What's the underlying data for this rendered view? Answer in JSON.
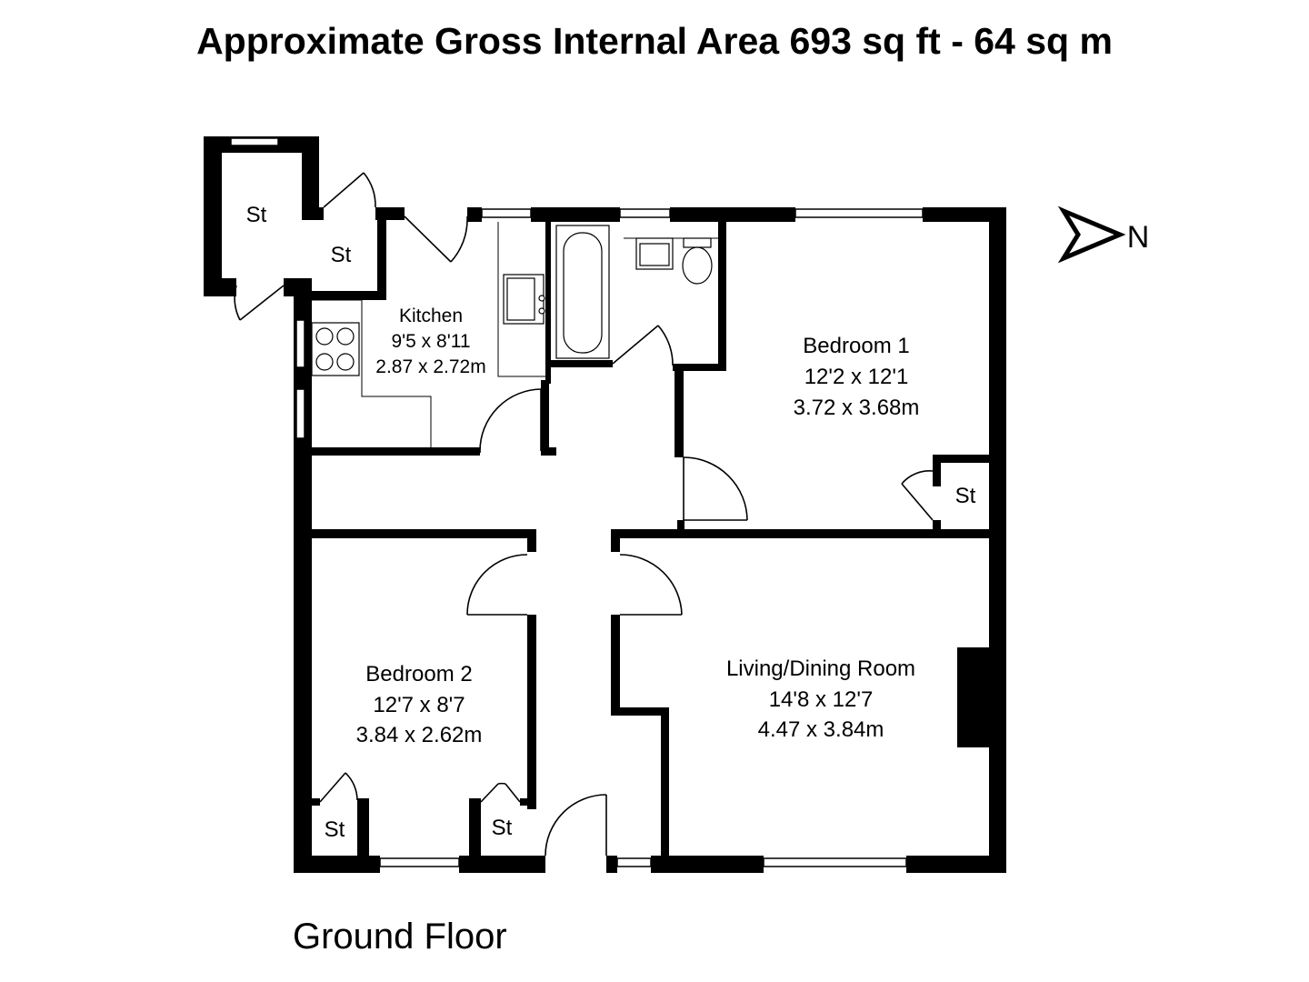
{
  "header": {
    "title": "Approximate Gross Internal Area 693 sq ft - 64 sq m"
  },
  "footer": {
    "floor_label": "Ground Floor"
  },
  "compass": {
    "label": "N"
  },
  "rooms": {
    "kitchen": {
      "name": "Kitchen",
      "imperial": "9'5 x 8'11",
      "metric": "2.87 x 2.72m"
    },
    "bedroom1": {
      "name": "Bedroom 1",
      "imperial": "12'2 x 12'1",
      "metric": "3.72 x 3.68m"
    },
    "bedroom2": {
      "name": "Bedroom 2",
      "imperial": "12'7 x 8'7",
      "metric": "3.84 x 2.62m"
    },
    "living": {
      "name": "Living/Dining Room",
      "imperial": "14'8 x 12'7",
      "metric": "4.47 x 3.84m"
    }
  },
  "stores": {
    "store_outer": "St",
    "store_small": "St",
    "store_bed1": "St",
    "store_bed2_left": "St",
    "store_bed2_right": "St"
  }
}
